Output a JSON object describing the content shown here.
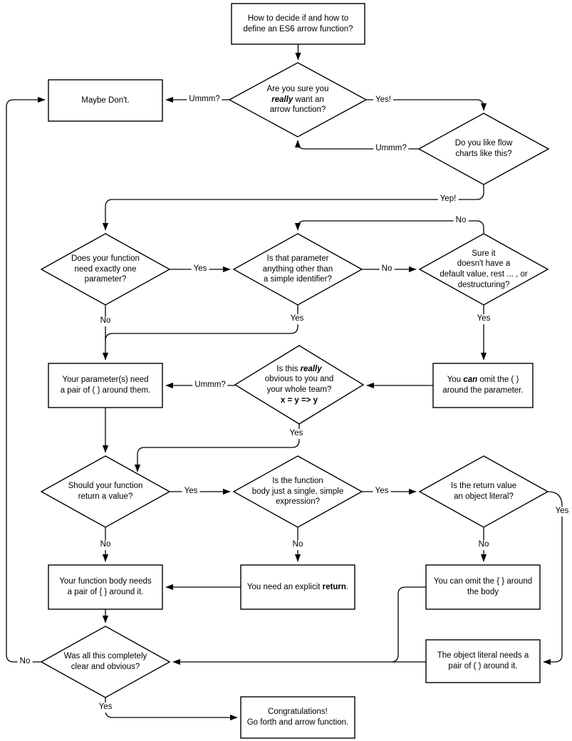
{
  "nodes": {
    "start": {
      "label": "How to decide if and how to\ndefine an ES6 arrow function?"
    },
    "q_sure": {
      "pre": "Are you sure you\n",
      "em": "really",
      "post": " want an\narrow function?"
    },
    "maybe_dont": {
      "label": "Maybe Don't."
    },
    "q_flowcharts": {
      "label": "Do you like flow\ncharts like this?"
    },
    "q_one_param": {
      "label": "Does your function\nneed exactly one\nparameter?"
    },
    "q_simple_id": {
      "label": "Is that parameter\nanything other than\na simple identifier?"
    },
    "q_default_rest": {
      "label": "Sure it\ndoesn't have a\ndefault value, rest ... , or\ndestructuring?"
    },
    "parens_needed": {
      "label": "Your parameter(s) need\na pair of ( ) around them."
    },
    "q_obvious": {
      "pre": "Is this ",
      "em": "really",
      "post": "\nobvious to you and\nyour whole team?",
      "code": "x = y => y"
    },
    "omit_parens": {
      "pre": "You ",
      "em": "can",
      "post": " omit the ( )\naround the parameter."
    },
    "q_return_value": {
      "label": "Should your function\nreturn a value?"
    },
    "q_single_expr": {
      "label": "Is the function\nbody just a single, simple\nexpression?"
    },
    "q_object_literal": {
      "label": "Is the return value\nan object literal?"
    },
    "braces_needed": {
      "label": "Your function body needs\na pair of { } around it."
    },
    "explicit_return": {
      "pre": "You need an explicit ",
      "bold": "return",
      "post": "."
    },
    "omit_braces": {
      "label": "You can omit the { } around\nthe body"
    },
    "q_clear": {
      "label": "Was all this completely\nclear and obvious?"
    },
    "obj_literal_parens": {
      "label": "The object literal needs a\npair of ( ) around it."
    },
    "congrats": {
      "label": "Congratulations!\nGo forth and arrow function."
    }
  },
  "edge_labels": {
    "ummm1": "Ummm?",
    "yes1": "Yes!",
    "ummm2": "Ummm?",
    "yep": "Yep!",
    "yes_one_param": "Yes",
    "no_simple_id": "No",
    "no_loop": "No",
    "no_one_param": "No",
    "yes_simple_id": "Yes",
    "yes_default_rest": "Yes",
    "ummm3": "Ummm?",
    "yes_obvious": "Yes",
    "yes_return": "Yes",
    "yes_expr": "Yes",
    "yes_obj": "Yes",
    "no_return": "No",
    "no_expr": "No",
    "no_obj": "No",
    "no_clear": "No",
    "yes_clear": "Yes"
  },
  "colors": {
    "line": "#000000",
    "background": "#ffffff",
    "text": "#000000"
  }
}
